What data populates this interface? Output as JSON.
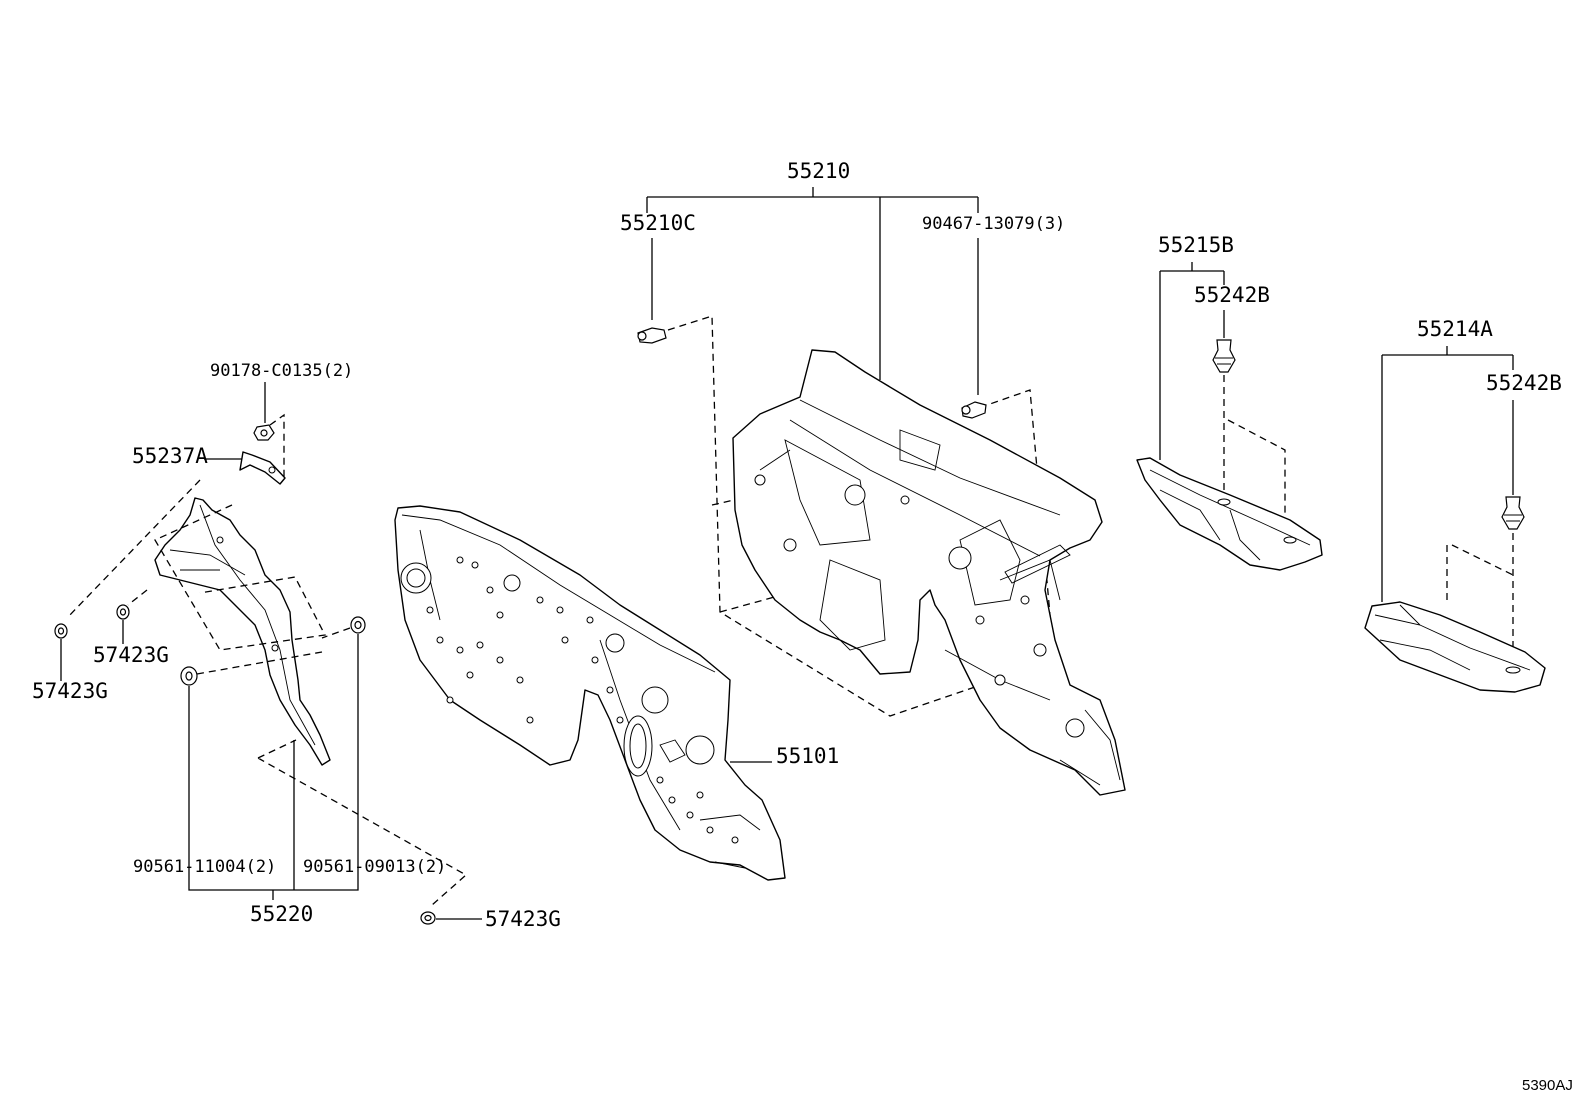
{
  "diagram": {
    "labels": {
      "p55210": "55210",
      "p55210C": "55210C",
      "p90467": "90467-13079(3)",
      "p55215B": "55215B",
      "p55242B_a": "55242B",
      "p55214A": "55214A",
      "p55242B_b": "55242B",
      "p90178": "90178-C0135(2)",
      "p55237A": "55237A",
      "p57423G_a": "57423G",
      "p57423G_b": "57423G",
      "p55101": "55101",
      "p90561_11004": "90561-11004(2)",
      "p90561_09013": "90561-09013(2)",
      "p55220": "55220",
      "p57423G_c": "57423G"
    },
    "drawing_code": "5390AJ"
  }
}
